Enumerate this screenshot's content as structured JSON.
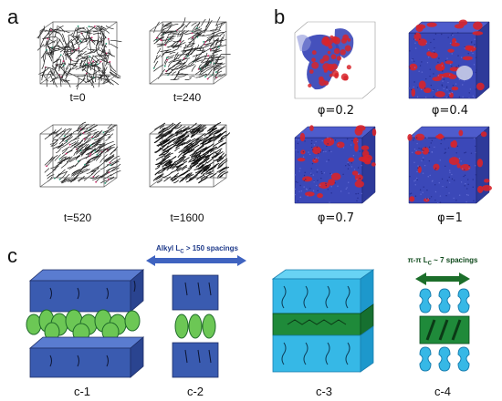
{
  "panels": {
    "a": {
      "letter": "a",
      "captions": [
        "t=0",
        "t=240",
        "t=520",
        "t=1600"
      ]
    },
    "b": {
      "letter": "b",
      "captions": [
        "φ=0.2",
        "φ=0.4",
        "φ=0.7",
        "φ=1"
      ]
    },
    "c": {
      "letter": "c",
      "captions": [
        "c-1",
        "c-2",
        "c-3",
        "c-4"
      ],
      "alkyl_label": "Alkyl L",
      "alkyl_sub": "C",
      "alkyl_rest": " > 150 spacings",
      "pipi_label": "π-π L",
      "pipi_sub": "C",
      "pipi_rest": " ~ 7 spacings"
    }
  },
  "colors": {
    "blue_slab": "#3a5bb0",
    "green": "#5fbf4a",
    "cyan": "#36b8e6",
    "dark_green": "#1f8a3a",
    "red": "#d8242a"
  }
}
